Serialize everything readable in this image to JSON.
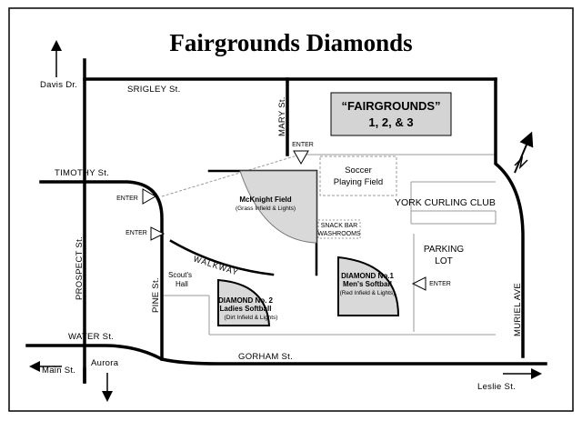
{
  "title": "Fairgrounds Diamonds",
  "banner": {
    "line1": "“FAIRGROUNDS”",
    "line2": "1, 2, & 3"
  },
  "streets": {
    "davis": "Davis Dr.",
    "srigley": "SRIGLEY St.",
    "mary": "MARY St.",
    "timothy": "TIMOTHY St.",
    "prospect": "PROSPECT St.",
    "pine": "PINE St.",
    "water": "WATER St.",
    "main": "Main St.",
    "aurora": "Aurora",
    "gorham": "GORHAM St.",
    "leslie": "Leslie St.",
    "muriel": "MURIEL AVE"
  },
  "entries": {
    "e1": "ENTER",
    "e2": "ENTER",
    "e3": "ENTER",
    "e4": "ENTER"
  },
  "places": {
    "soccer1": "Soccer",
    "soccer2": "Playing Field",
    "curling": "YORK CURLING CLUB",
    "snack1": "SNACK BAR",
    "snack2": "WASHROOMS",
    "parking1": "PARKING",
    "parking2": "LOT",
    "walkway": "WALKWAY",
    "scouts1": "Scout's",
    "scouts2": "Hall"
  },
  "fields": {
    "mcknight": {
      "name": "McKnight Field",
      "detail": "(Grass Infield & Lights)"
    },
    "d1": {
      "name1": "DIAMOND No.1",
      "name2": "Men's Softball",
      "detail": "(Red Infield & Lights)"
    },
    "d2": {
      "name1": "DIAMOND No. 2",
      "name2": "Ladies Softball",
      "detail": "(Dirt Infield & Lights)"
    }
  },
  "colors": {
    "field_fill": "#d9d9d9",
    "banner_fill": "#d4d4d4",
    "road": "#000000",
    "minor": "#9a9a9a"
  },
  "icons": [
    "north-arrow-icon",
    "enter-triangle-icon",
    "direction-arrow-icon"
  ]
}
